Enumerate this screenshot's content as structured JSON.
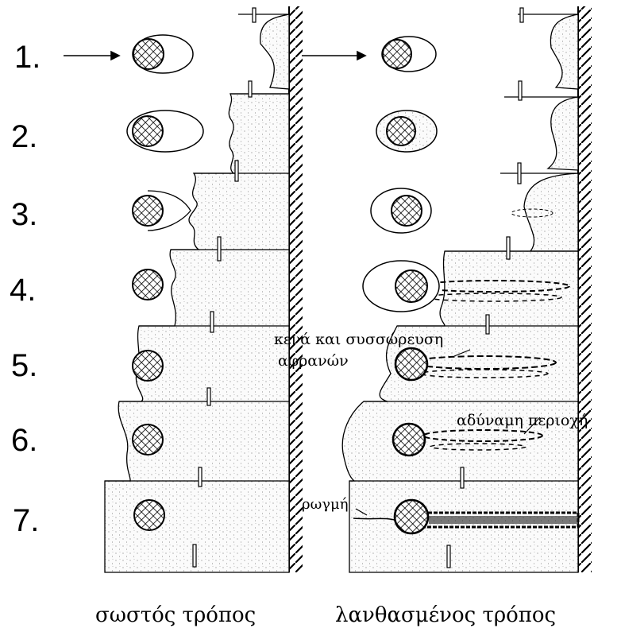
{
  "steps": [
    "1.",
    "2.",
    "3.",
    "4.",
    "5.",
    "6.",
    "7."
  ],
  "annotations": {
    "voids_line1": "κενά και συσσώρευση",
    "voids_line2": "αφρανών",
    "weak_zone": "αδύναμη περιοχή",
    "crack": "ρωγμή"
  },
  "captions": {
    "correct": "σωστός τρόπος",
    "wrong": "λανθασμένος τρόπος"
  },
  "colors": {
    "ink": "#000000",
    "background": "#ffffff"
  }
}
